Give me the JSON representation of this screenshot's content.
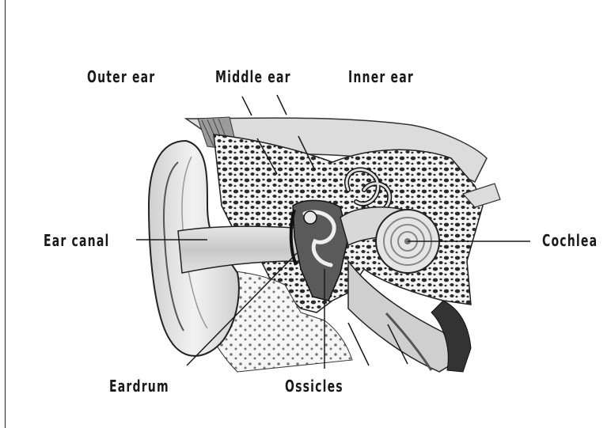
{
  "diagram": {
    "labels": {
      "outer_ear": "Outer ear",
      "middle_ear": "Middle ear",
      "inner_ear": "Inner ear",
      "ear_canal": "Ear canal",
      "cochlea": "Cochlea",
      "eardrum": "Eardrum",
      "ossicles": "Ossicles"
    },
    "colors": {
      "line": "#1a1a1a",
      "bone_fill": "#f1f1f1",
      "tissue_fill": "#d9d9d9",
      "dark": "#3a3a3a"
    }
  }
}
